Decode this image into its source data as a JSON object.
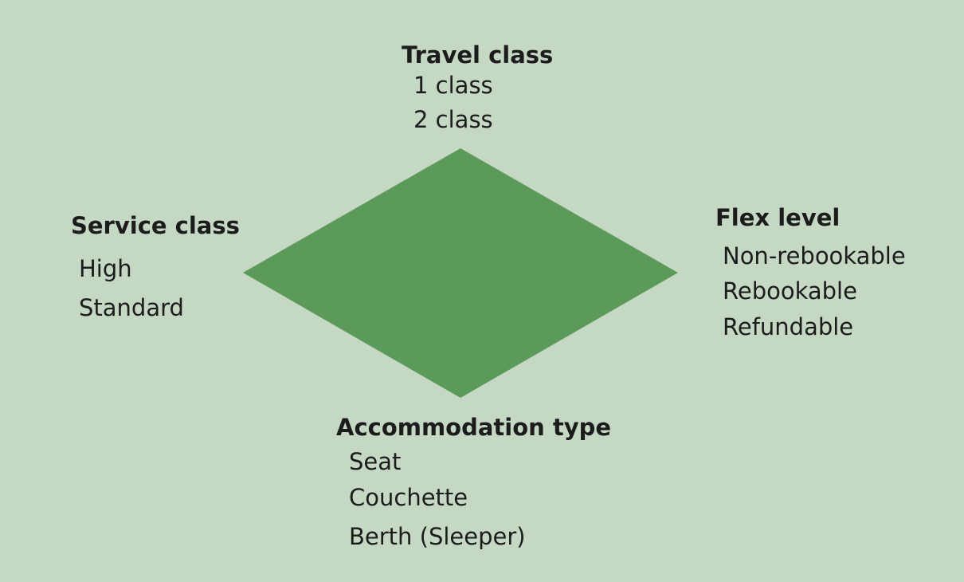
{
  "diagram": {
    "shape_color": "#5c9a5a",
    "background": "#c5d8c4",
    "top": {
      "title": "Travel class",
      "items": [
        "1 class",
        "2 class"
      ]
    },
    "left": {
      "title": "Service class",
      "items": [
        "High",
        "Standard"
      ]
    },
    "right": {
      "title": "Flex level",
      "items": [
        "Non-rebookable",
        "Rebookable",
        "Refundable"
      ]
    },
    "bottom": {
      "title": "Accommodation type",
      "items": [
        "Seat",
        "Couchette",
        "Berth (Sleeper)"
      ]
    }
  }
}
